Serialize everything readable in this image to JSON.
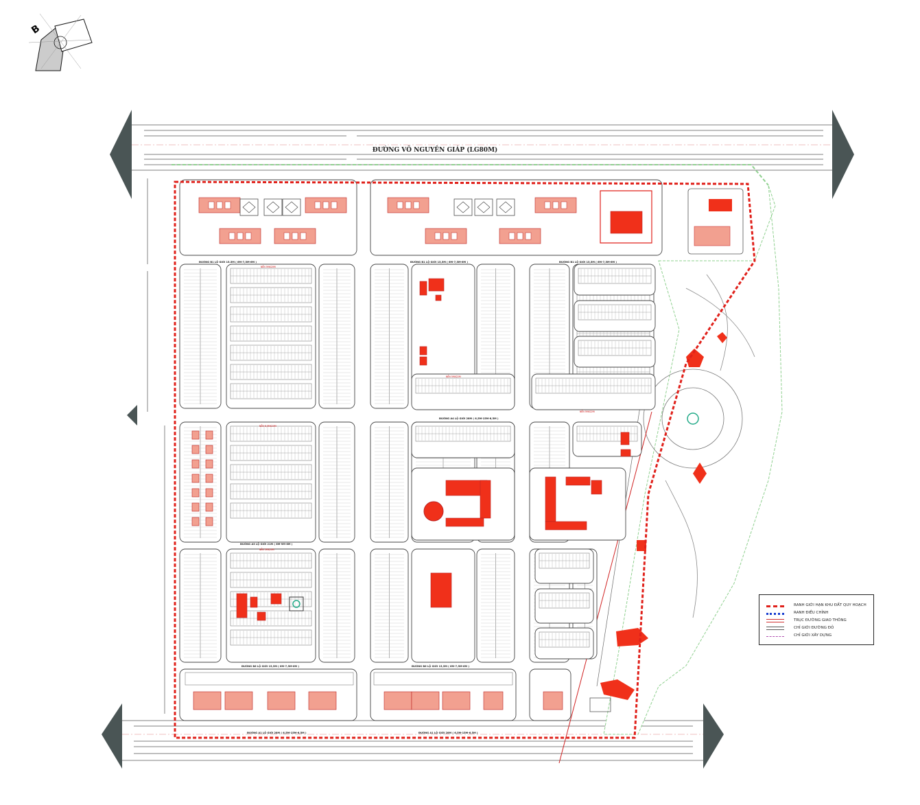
{
  "compass": {
    "north_label": "B"
  },
  "main_road": {
    "name": "ĐƯỜNG VÕ NGUYÊN GIÁP (LG80M)"
  },
  "roads": [
    {
      "label": "ĐƯỜNG B1 LỘ GIỚI 15,5M ( 6M-7,5M-6M )"
    },
    {
      "label": "ĐƯỜNG B1 LỘ GIỚI 15,5M ( 6M-7,5M-6M )"
    },
    {
      "label": "ĐƯỜNG B1 LỘ GIỚI 15,5M ( 6M-7,5M-6M )"
    },
    {
      "label": "ĐƯỜNG A4 LỘ GIỚI 28M ( 6,5M-15M-6,5M )"
    },
    {
      "label": "ĐƯỜNG A3 LỘ GIỚI 21M ( 6M-9M-6M )"
    },
    {
      "label": "ĐƯỜNG B6 LỘ GIỚI 15,5M ( 6M-7,5M-6M )"
    },
    {
      "label": "ĐƯỜNG B6 LỘ GIỚI 15,5M ( 6M-7,5M-6M )"
    },
    {
      "label": "ĐƯỜNG A1 LỘ GIỚI 28M ( 6,5M-15M-6,5M )"
    }
  ],
  "lot_labels": [
    "NỀN 5MX20M",
    "NỀN 5MX22M",
    "NỀN 6,5MX20M",
    "NỀN 5MX20M",
    "NỀN 5MX22M"
  ],
  "legend": {
    "items": [
      {
        "label": "RANH GIỚI HẠN KHU ĐẤT QUY HOẠCH",
        "color": "#e0201a"
      },
      {
        "label": "RANH ĐIỀU CHỈNH",
        "color": "#1a3fd0"
      },
      {
        "label": "TRỤC ĐƯỜNG GIAO THÔNG",
        "color": "#d03030"
      },
      {
        "label": "CHỈ GIỚI ĐƯỜNG ĐỎ",
        "color": "#555555"
      },
      {
        "label": "CHỈ GIỚI XÂY DỰNG",
        "color": "#b050b0"
      }
    ]
  },
  "colors": {
    "building": "#f0301a",
    "building_light": "#f2a090",
    "boundary": "#e0201a",
    "green": "#8fd08f",
    "road_arrow": "#4a5555"
  }
}
